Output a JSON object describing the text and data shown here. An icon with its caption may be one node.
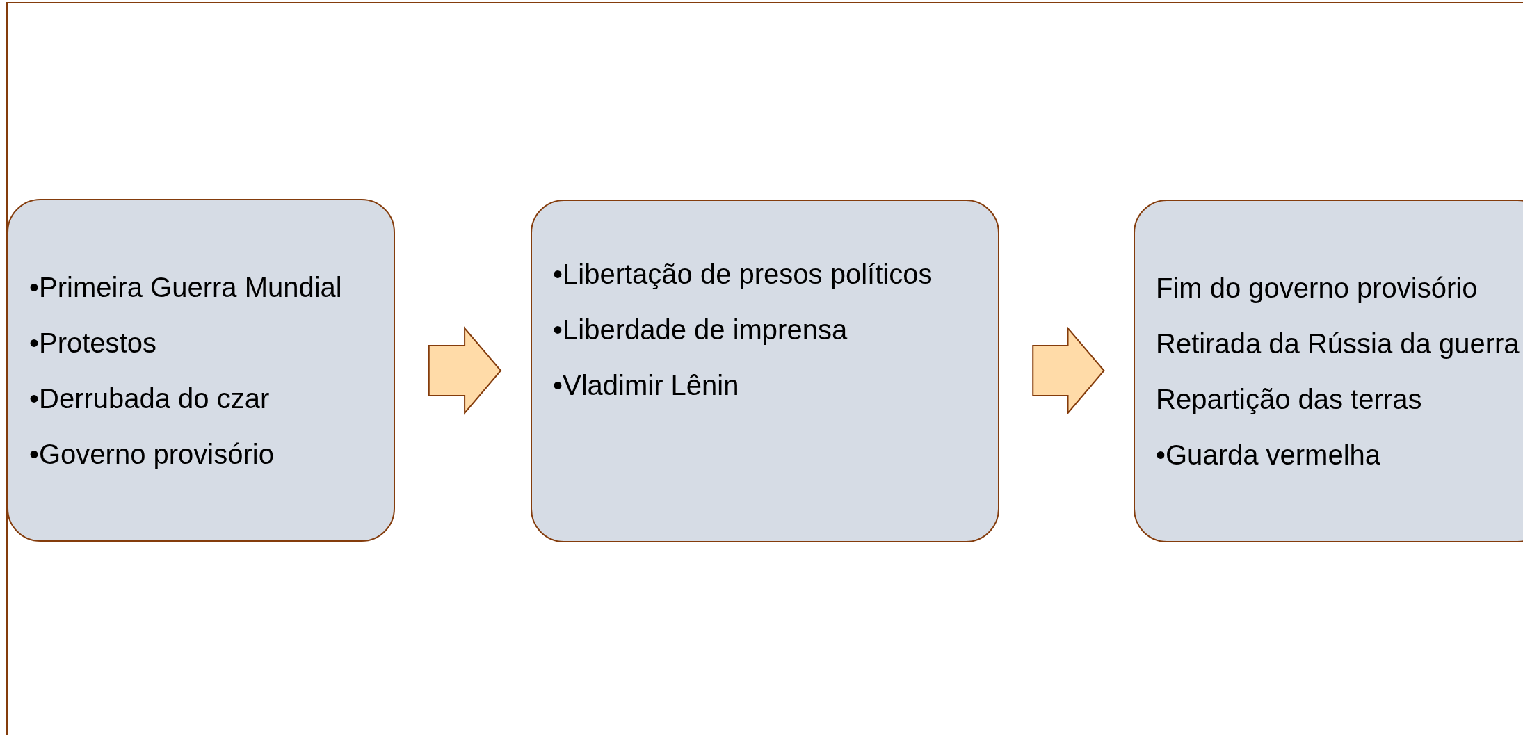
{
  "diagram": {
    "nodes": [
      {
        "text": [
          "•Primeira Guerra Mundial",
          "•Protestos",
          "•Derrubada do czar",
          "•Governo provisório"
        ]
      },
      {
        "text": [
          "•Libertação de presos políticos",
          "•Liberdade de imprensa",
          "•Vladimir Lênin"
        ]
      },
      {
        "text": [
          "Fim do governo provisório",
          "Retirada da Rússia da guerra",
          "Repartição das terras",
          "•Guarda vermelha"
        ]
      }
    ],
    "edges": [
      {
        "from": 0,
        "to": 1,
        "arrow": "to"
      },
      {
        "from": 1,
        "to": 2,
        "arrow": "to"
      }
    ]
  }
}
